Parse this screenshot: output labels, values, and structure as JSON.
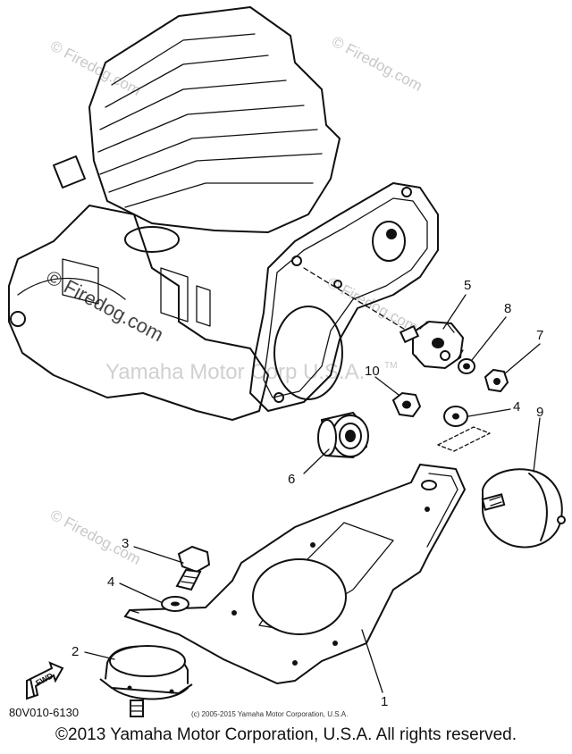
{
  "watermarks": {
    "firedog": "© Firedog.com",
    "yamaha": "Yamaha Motor Corp U.S.A.",
    "tm": "TM"
  },
  "callouts": {
    "c1": "1",
    "c2": "2",
    "c3": "3",
    "c4a": "4",
    "c4b": "4",
    "c5": "5",
    "c6": "6",
    "c8": "8",
    "c7": "7",
    "c9": "9",
    "c10": "10"
  },
  "fwd_label": "FWD",
  "diagram_code": "80V010-6130",
  "small_copyright": "(c) 2005-2015 Yamaha Motor Corporation, U.S.A.",
  "footer_copyright": "©2013 Yamaha Motor Corporation, U.S.A. All rights reserved."
}
